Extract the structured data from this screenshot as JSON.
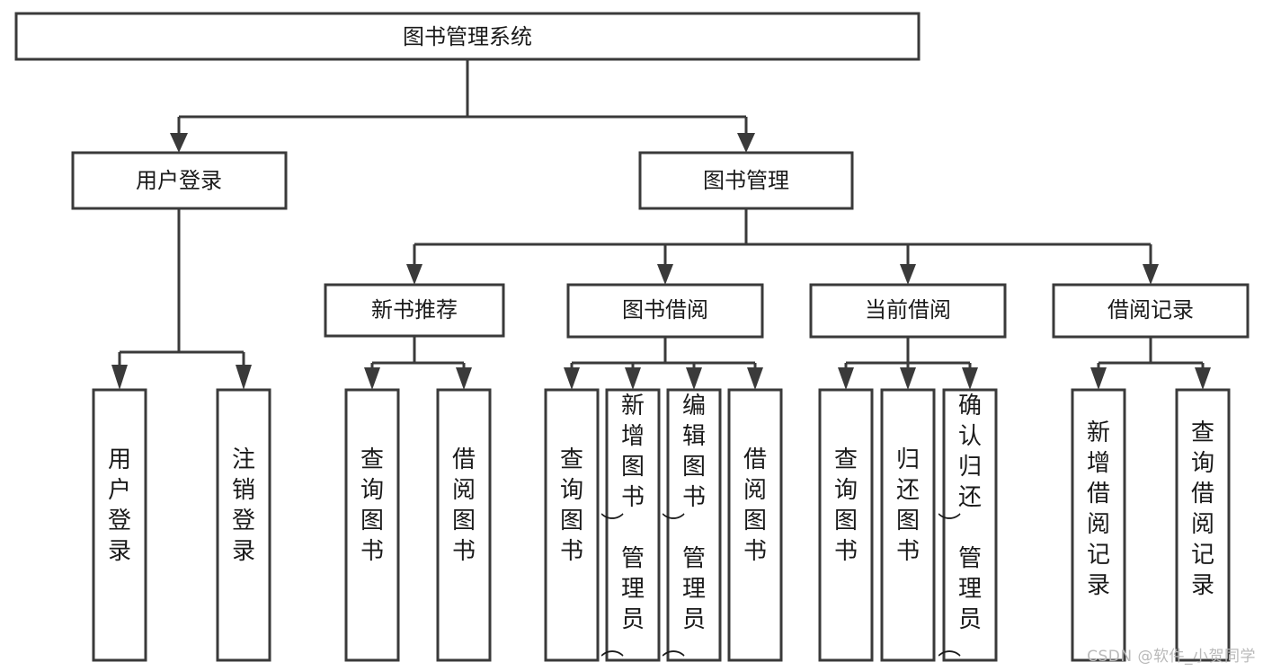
{
  "diagram": {
    "type": "tree",
    "title": "图书管理系统",
    "orientation": "top-down",
    "stroke_color": "#3a3a3a",
    "fill_color": "#ffffff",
    "text_color": "#1a1a1a",
    "nodes": {
      "root": {
        "label": "图书管理系统"
      },
      "level2": [
        {
          "id": "user-login",
          "label": "用户登录"
        },
        {
          "id": "book-manage",
          "label": "图书管理"
        }
      ],
      "level3": [
        {
          "id": "new-book-recommend",
          "label": "新书推荐",
          "parent": "book-manage"
        },
        {
          "id": "book-borrow",
          "label": "图书借阅",
          "parent": "book-manage"
        },
        {
          "id": "current-borrow",
          "label": "当前借阅",
          "parent": "book-manage"
        },
        {
          "id": "borrow-record",
          "label": "借阅记录",
          "parent": "book-manage"
        }
      ],
      "leaves": [
        {
          "id": "leaf-user-login",
          "label": "用户登录",
          "parent": "user-login"
        },
        {
          "id": "leaf-logout",
          "label": "注销登录",
          "parent": "user-login"
        },
        {
          "id": "leaf-query-book-1",
          "label": "查询图书",
          "parent": "new-book-recommend"
        },
        {
          "id": "leaf-borrow-book-1",
          "label": "借阅图书",
          "parent": "new-book-recommend"
        },
        {
          "id": "leaf-query-book-2",
          "label": "查询图书",
          "parent": "book-borrow"
        },
        {
          "id": "leaf-add-book",
          "label": "新增图书（管理员）",
          "parent": "book-borrow"
        },
        {
          "id": "leaf-edit-book",
          "label": "编辑图书（管理员）",
          "parent": "book-borrow"
        },
        {
          "id": "leaf-borrow-book-2",
          "label": "借阅图书",
          "parent": "book-borrow"
        },
        {
          "id": "leaf-query-book-3",
          "label": "查询图书",
          "parent": "current-borrow"
        },
        {
          "id": "leaf-return-book",
          "label": "归还图书",
          "parent": "current-borrow"
        },
        {
          "id": "leaf-confirm-return",
          "label": "确认归还（管理员）",
          "parent": "current-borrow"
        },
        {
          "id": "leaf-add-record",
          "label": "新增借阅记录",
          "parent": "borrow-record"
        },
        {
          "id": "leaf-query-record",
          "label": "查询借阅记录",
          "parent": "borrow-record"
        }
      ]
    }
  },
  "watermark": {
    "text": "CSDN @软件_小贺同学"
  }
}
